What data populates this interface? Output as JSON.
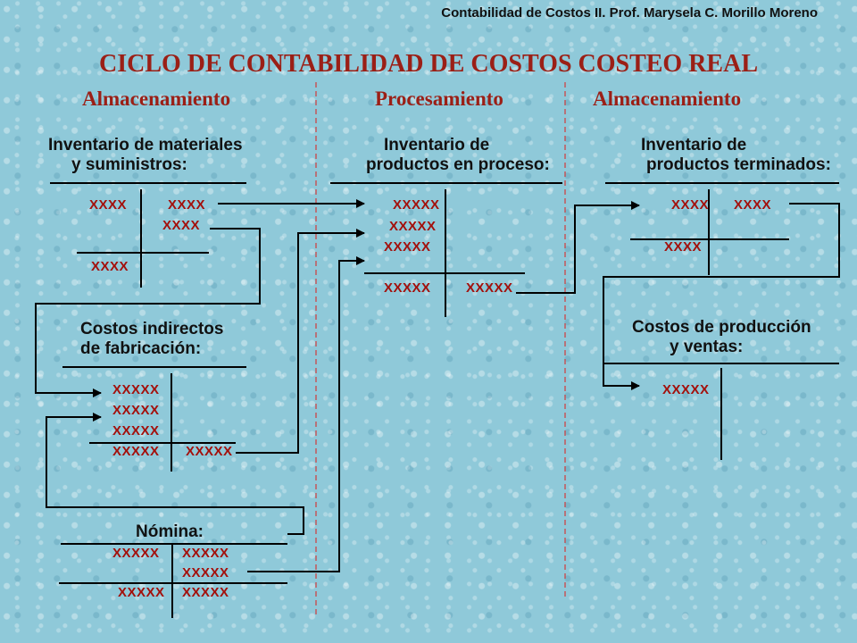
{
  "header": "Contabilidad de Costos II.  Prof. Marysela C. Morillo Moreno",
  "title": "CICLO DE CONTABILIDAD DE COSTOS COSTEO REAL",
  "sections": [
    "Almacenamiento",
    "Procesamiento",
    "Almacenamiento"
  ],
  "accounts": {
    "materiales": {
      "title_line1": "Inventario de materiales",
      "title_line2": "y  suministros:",
      "debits": [
        "XXXX"
      ],
      "credits": [
        "XXXX",
        "XXXX"
      ],
      "debit_balance": "XXXX"
    },
    "cif": {
      "title_line1": "Costos indirectos",
      "title_line2": "de fabricación:",
      "debits": [
        "XXXXX",
        "XXXXX",
        "XXXXX"
      ],
      "total_debit": "XXXXX",
      "total_credit": "XXXXX"
    },
    "nomina": {
      "title": "Nómina:",
      "debits": [
        "XXXXX"
      ],
      "credits": [
        "XXXXX",
        "XXXXX"
      ],
      "total_debit": "XXXXX",
      "total_credit": "XXXXX"
    },
    "proceso": {
      "title_line1": "Inventario de",
      "title_line2": "productos en proceso:",
      "debits": [
        "XXXXX",
        "XXXXX",
        "XXXXX"
      ],
      "total_debit": "XXXXX",
      "credit": "XXXXX"
    },
    "terminados": {
      "title_line1": "Inventario de",
      "title_line2": "productos terminados:",
      "debit": "XXXX",
      "credit": "XXXX",
      "debit_balance": "XXXX"
    },
    "costos_ventas": {
      "title_line1": "Costos de producción",
      "title_line2": "y ventas:",
      "debit": "XXXXX"
    }
  }
}
